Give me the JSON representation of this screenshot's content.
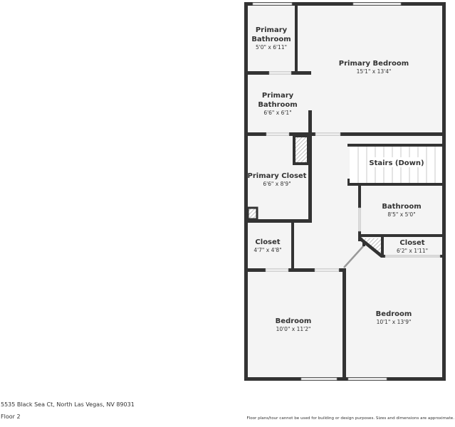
{
  "rooms": {
    "primary_bathroom_small": {
      "name_line1": "Primary",
      "name_line2": "Bathroom",
      "dims": "5'0\" x 6'11\""
    },
    "primary_bedroom": {
      "name": "Primary Bedroom",
      "dims": "15'1\" x 13'4\""
    },
    "primary_bathroom": {
      "name_line1": "Primary",
      "name_line2": "Bathroom",
      "dims": "6'6\" x 6'1\""
    },
    "primary_closet": {
      "name": "Primary Closet",
      "dims": "6'6\" x 8'9\""
    },
    "stairs": {
      "name": "Stairs (Down)"
    },
    "bathroom": {
      "name": "Bathroom",
      "dims": "8'5\" x 5'0\""
    },
    "closet_left": {
      "name": "Closet",
      "dims": "4'7\" x 4'8\""
    },
    "closet_right": {
      "name": "Closet",
      "dims": "6'2\" x 1'11\""
    },
    "bedroom_left": {
      "name": "Bedroom",
      "dims": "10'0\" x 11'2\""
    },
    "bedroom_right": {
      "name": "Bedroom",
      "dims": "10'1\" x 13'9\""
    }
  },
  "footer": {
    "address": "5535 Black Sea Ct, North Las Vegas, NV 89031",
    "floor": "Floor 2",
    "disclaimer": "Floor plans/tour cannot be used for building or design purposes. Sizes and dimensions are approximate."
  },
  "colors": {
    "wall": "#333333",
    "floor": "#f4f4f4"
  }
}
